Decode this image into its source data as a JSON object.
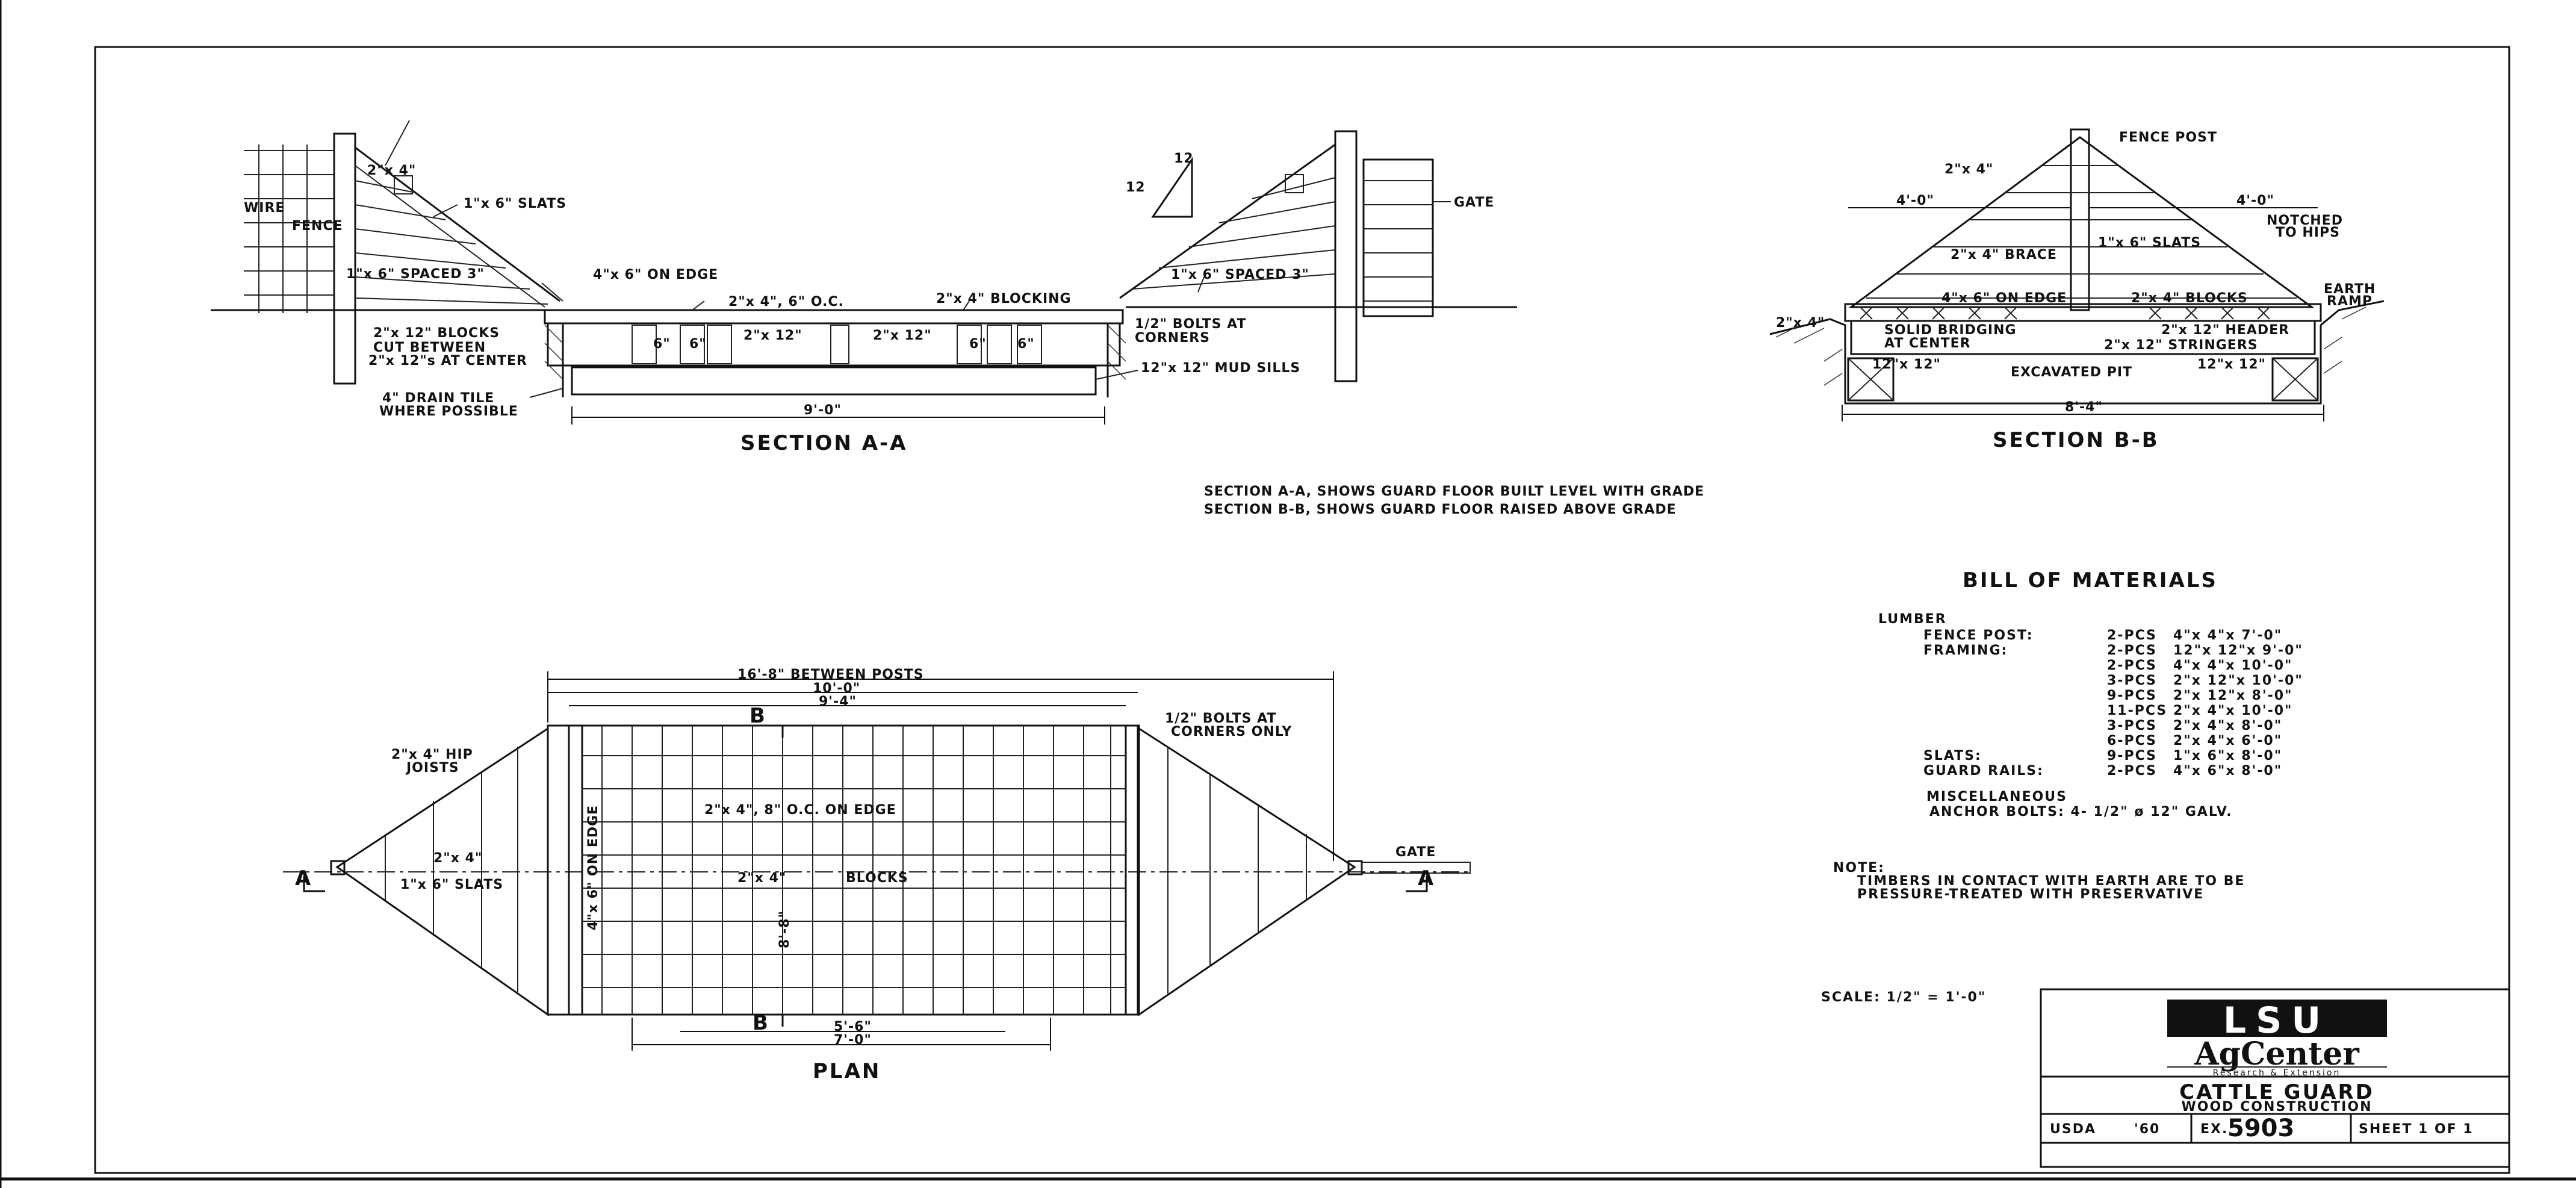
{
  "title_block": {
    "logo_line1": "LSU",
    "logo_line2": "AgCenter",
    "logo_line3": "Research & Extension",
    "title": "CATTLE GUARD",
    "subtitle": "WOOD CONSTRUCTION",
    "agency": "USDA",
    "year": "'60",
    "ex_prefix": "EX.",
    "ex_number": "5903",
    "sheet": "SHEET 1 OF 1"
  },
  "section_aa": {
    "title": "SECTION A-A",
    "labels": {
      "fence_post_2x4": "2\"x 4\"",
      "slats": "1\"x 6\" SLATS",
      "wire": "WIRE",
      "fence": "FENCE",
      "spaced": "1\"x 6\" SPACED 3\"",
      "on_edge": "4\"x 6\" ON EDGE",
      "joists": "2\"x 4\", 6\" O.C.",
      "blocking": "2\"x 4\" BLOCKING",
      "spaced_right": "1\"x 6\" SPACED 3\"",
      "gate": "GATE",
      "slope_run": "12",
      "slope_rise": "12",
      "blocks": "2\"x 12\" BLOCKS",
      "cut_between": "CUT BETWEEN",
      "at_center": "2\"x 12\"s AT CENTER",
      "b1": "6\"",
      "b2": "6\"",
      "b3": "2\"x 12\"",
      "b4": "2\"x 12\"",
      "b5": "6\"",
      "b6": "6\"",
      "bolts": "1/2\" BOLTS AT",
      "corners": "CORNERS",
      "mud_sills": "12\"x 12\" MUD SILLS",
      "drain_tile": "4\" DRAIN TILE",
      "where_possible": "WHERE POSSIBLE",
      "width": "9'-0\""
    }
  },
  "section_bb": {
    "title": "SECTION B-B",
    "labels": {
      "fence_post": "FENCE POST",
      "brace_2x4": "2\"x 4\"",
      "left_dim": "4'-0\"",
      "right_dim": "4'-0\"",
      "notched": "NOTCHED",
      "to_hips": "TO HIPS",
      "slats": "1\"x 6\" SLATS",
      "brace": "2\"x 4\" BRACE",
      "on_edge": "4\"x 6\" ON EDGE",
      "blocks": "2\"x 4\" BLOCKS",
      "earth": "EARTH",
      "ramp": "RAMP",
      "left_small": "2\"x 4\"",
      "solid_bridging": "SOLID BRIDGING",
      "at_center": "AT CENTER",
      "header": "2\"x 12\" HEADER",
      "stringers": "2\"x 12\" STRINGERS",
      "sill_left": "12\"x 12\"",
      "excavated_pit": "EXCAVATED PIT",
      "sill_right": "12\"x 12\"",
      "width": "8'-4\""
    }
  },
  "notes_sections": {
    "line1": "SECTION A-A, SHOWS GUARD FLOOR BUILT LEVEL WITH GRADE",
    "line2": "SECTION B-B, SHOWS GUARD FLOOR RAISED ABOVE GRADE"
  },
  "plan": {
    "title": "PLAN",
    "labels": {
      "between_posts": "16'-8\" BETWEEN POSTS",
      "dim_10": "10'-0\"",
      "dim_9": "9'-4\"",
      "section_b_top": "B",
      "bolts": "1/2\" BOLTS AT",
      "corners_only": "CORNERS ONLY",
      "hip_joists_1": "2\"x 4\" HIP",
      "hip_joists_2": "JOISTS",
      "joists_on_edge": "2\"x 4\", 8\" O.C. ON EDGE",
      "section_a_left": "A",
      "section_a_right": "A",
      "brace_2x4": "2\"x 4\"",
      "slats": "1\"x 6\" SLATS",
      "on_edge_vert": "4\"x 6\" ON EDGE",
      "blocks_2x4": "2\"x 4\"",
      "blocks": "BLOCKS",
      "center_dim": "8'-8\"",
      "gate": "GATE",
      "section_b_bottom": "B",
      "dim_5_6": "5'-6\"",
      "dim_7": "7'-0\""
    }
  },
  "bill_of_materials": {
    "title": "BILL OF MATERIALS",
    "lumber": "LUMBER",
    "rows": [
      {
        "label": "FENCE POST:",
        "qty": "2-PCS",
        "size": "4\"x 4\"x 7'-0\""
      },
      {
        "label": "FRAMING:",
        "qty": "2-PCS",
        "size": "12\"x 12\"x 9'-0\""
      },
      {
        "label": "",
        "qty": "2-PCS",
        "size": "4\"x 4\"x 10'-0\""
      },
      {
        "label": "",
        "qty": "3-PCS",
        "size": "2\"x 12\"x 10'-0\""
      },
      {
        "label": "",
        "qty": "9-PCS",
        "size": "2\"x 12\"x 8'-0\""
      },
      {
        "label": "",
        "qty": "11-PCS",
        "size": "2\"x 4\"x 10'-0\""
      },
      {
        "label": "",
        "qty": "3-PCS",
        "size": "2\"x 4\"x 8'-0\""
      },
      {
        "label": "",
        "qty": "6-PCS",
        "size": "2\"x 4\"x 6'-0\""
      },
      {
        "label": "SLATS:",
        "qty": "9-PCS",
        "size": "1\"x 6\"x 8'-0\""
      },
      {
        "label": "GUARD RAILS:",
        "qty": "2-PCS",
        "size": "4\"x 6\"x 8'-0\""
      }
    ],
    "misc": "MISCELLANEOUS",
    "anchor": "ANCHOR BOLTS:  4- 1/2\" ø 12\" GALV."
  },
  "note": {
    "heading": "NOTE:",
    "line1": "TIMBERS IN CONTACT WITH EARTH ARE TO BE",
    "line2": "PRESSURE-TREATED WITH PRESERVATIVE"
  },
  "scale": "SCALE:  1/2\" = 1'-0\""
}
